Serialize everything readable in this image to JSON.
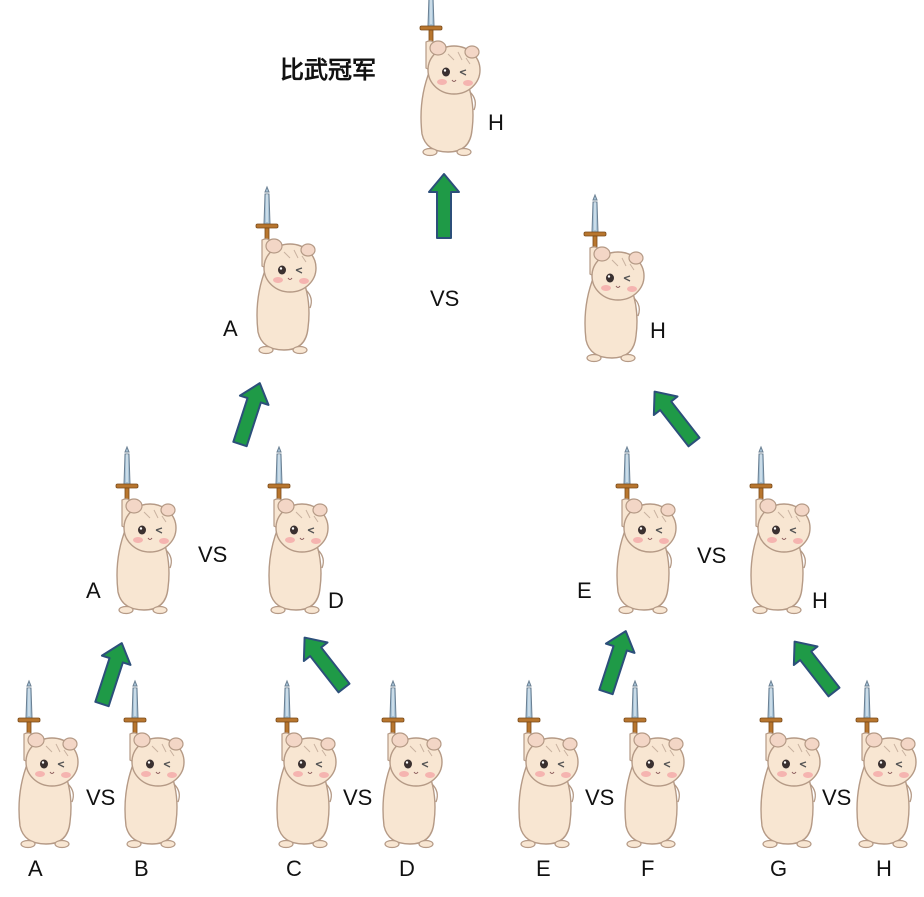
{
  "title": "比武冠军",
  "vs_label": "VS",
  "champion": {
    "name": "H"
  },
  "semifinal": {
    "left": "A",
    "right": "H"
  },
  "quarterfinal": [
    "A",
    "D",
    "E",
    "H"
  ],
  "round1": [
    "A",
    "B",
    "C",
    "D",
    "E",
    "F",
    "G",
    "H"
  ],
  "colors": {
    "arrow_fill": "#1f9a47",
    "arrow_stroke": "#2c4f7a",
    "hamster_body": "#f8e6d2",
    "hamster_outline": "#b59a86",
    "sword_blade": "#a8c4d8",
    "sword_hilt": "#b8762e"
  },
  "icons": {
    "competitor": "hamster-with-sword-icon",
    "advance": "green-arrow-icon"
  }
}
